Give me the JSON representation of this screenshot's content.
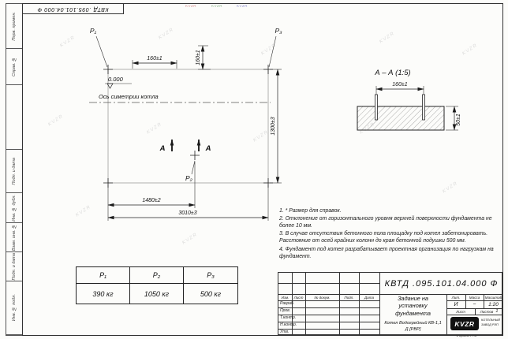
{
  "sheet": {
    "corner_stamp": "КВТД .095.101.04.000 Ф",
    "format_label": "Формат А3",
    "watermark": "KVZR"
  },
  "margin_labels": [
    "Перв. примен.",
    "Справ. №",
    "Подп. и дата",
    "Инв. № дубл.",
    "Взам. инв. №",
    "Подп. и дата",
    "Инв. № подл."
  ],
  "plan": {
    "p1": "P₁",
    "p2": "P₂",
    "p3": "P₃",
    "level_mark": "0.000",
    "axis_label": "Ось симетрии котла",
    "dim_160_h": "160±1",
    "dim_160_v": "160±1",
    "dim_1300": "1300±3",
    "dim_1480": "1480±2",
    "dim_3010": "3010±3",
    "section_letter_left": "А",
    "section_letter_right": "А"
  },
  "section_view": {
    "title": "А – А (1:5)",
    "dim_width": "160±1",
    "dim_height": "50±1"
  },
  "notes": [
    "1. * Размер для справок.",
    "2. Отклонение от горизонтального уровня верхней поверхности фундамента не более 10 мм.",
    "3. В случае отсутствия бетонного пола площадку под котел забетонировать. Расстояние от осей крайних колонн до края бетонной подушки 500 мм.",
    "4. Фундамент под котел разрабатывает проектная организация по нагрузкам на фундамент."
  ],
  "load_table": {
    "headers": [
      "P₁",
      "P₂",
      "P₃"
    ],
    "values": [
      "390 кг",
      "1050 кг",
      "500 кг"
    ]
  },
  "title_block": {
    "doc_number": "КВТД .095.101.04.000 Ф",
    "columns": [
      "Изм.",
      "Лист",
      "№ докум.",
      "Подп.",
      "Дата"
    ],
    "staff_rows": [
      "Разраб.",
      "Пров.",
      "Т.контр.",
      "Н.контр.",
      "Утв."
    ],
    "title": "Задание на установку фундамента",
    "product": "Котел Водогрейный КВ-1,1 Д [РВР]",
    "lit_label": "Лит.",
    "lit_value": "И",
    "mass_label": "Масса",
    "mass_value": "–",
    "scale_label": "Масштаб",
    "scale_value": "1:20",
    "sheet_label": "Лист",
    "sheets_label": "Листов",
    "sheets_value": "1",
    "logo_text": "KVZR",
    "company_line1": "КОТЕЛЬНЫЙ",
    "company_line2": "ЗАВОД РЭП"
  }
}
